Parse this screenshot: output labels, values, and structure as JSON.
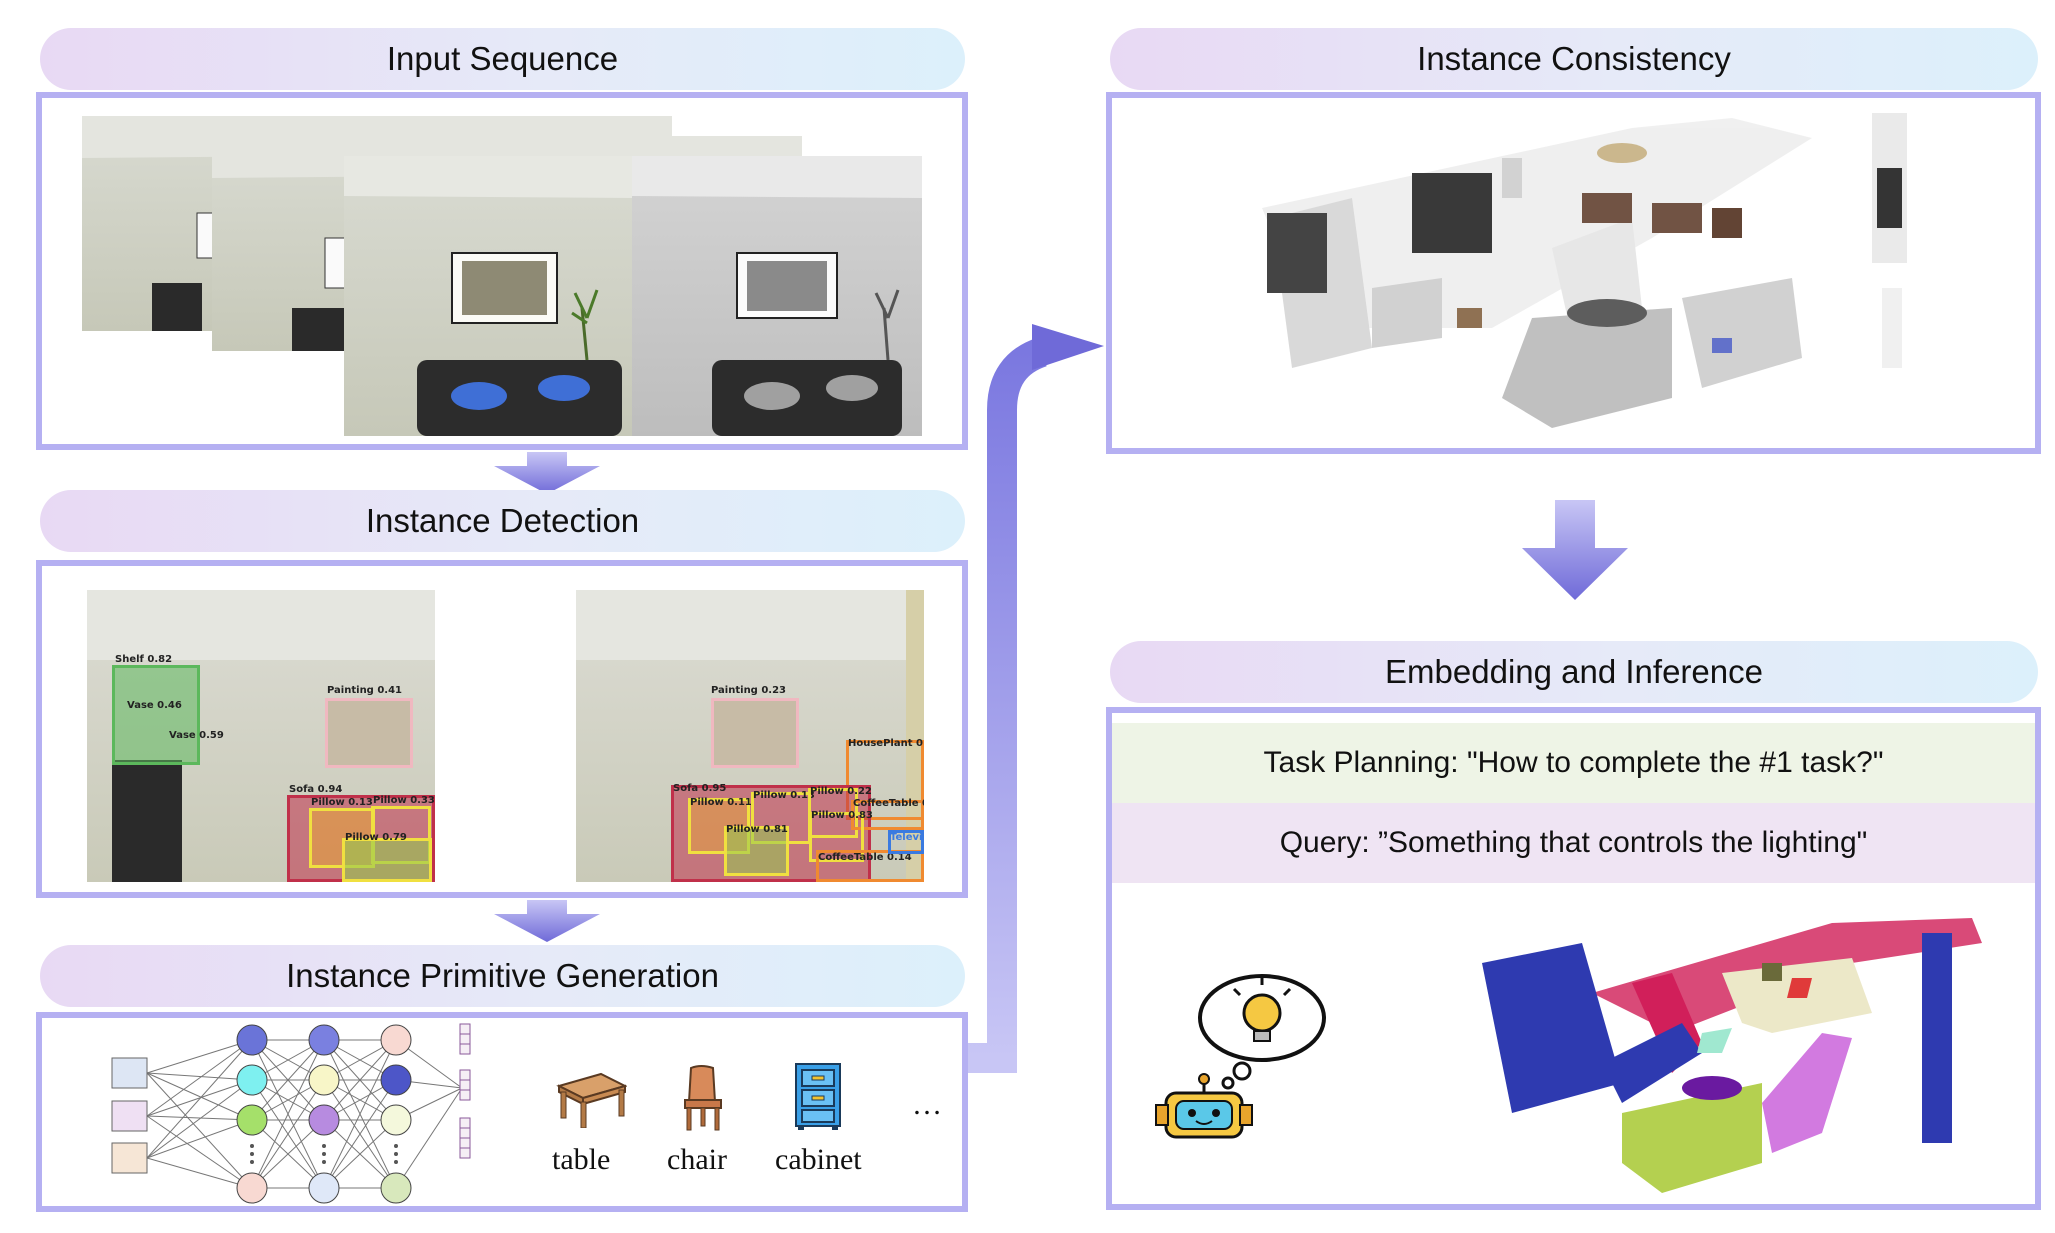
{
  "panels": {
    "input_sequence": {
      "title": "Input Sequence"
    },
    "instance_detection": {
      "title": "Instance Detection",
      "left_labels": [
        "Shelf 0.82",
        "Vase 0.46",
        "Vase 0.59",
        "Painting 0.41",
        "Sofa 0.94",
        "Pillow 0.13",
        "Pillow 0.33",
        "Pillow 0.79"
      ],
      "right_labels": [
        "Painting 0.23",
        "HousePlant 0",
        "Sofa 0.95",
        "Pillow 0.11",
        "Pillow 0.13",
        "Pillow 0.22",
        "CoffeeTable 0",
        "Pillow 0.81",
        "Pillow 0.83",
        "CoffeeTable 0.14",
        "Televi"
      ]
    },
    "primitive_generation": {
      "title": "Instance Primitive Generation",
      "items": [
        "table",
        "chair",
        "cabinet"
      ],
      "ellipsis": "…"
    },
    "instance_consistency": {
      "title": "Instance Consistency"
    },
    "embedding_inference": {
      "title": "Embedding and Inference",
      "task_planning": "Task Planning: \"How to complete the  #1 task?\"",
      "query": "Query: ”Something that controls the lighting\""
    }
  },
  "colors": {
    "box_border": "#b5b0f2",
    "arrow": "#7b78e0",
    "task_band": "#eef4e6",
    "query_band": "#efe4f3"
  }
}
